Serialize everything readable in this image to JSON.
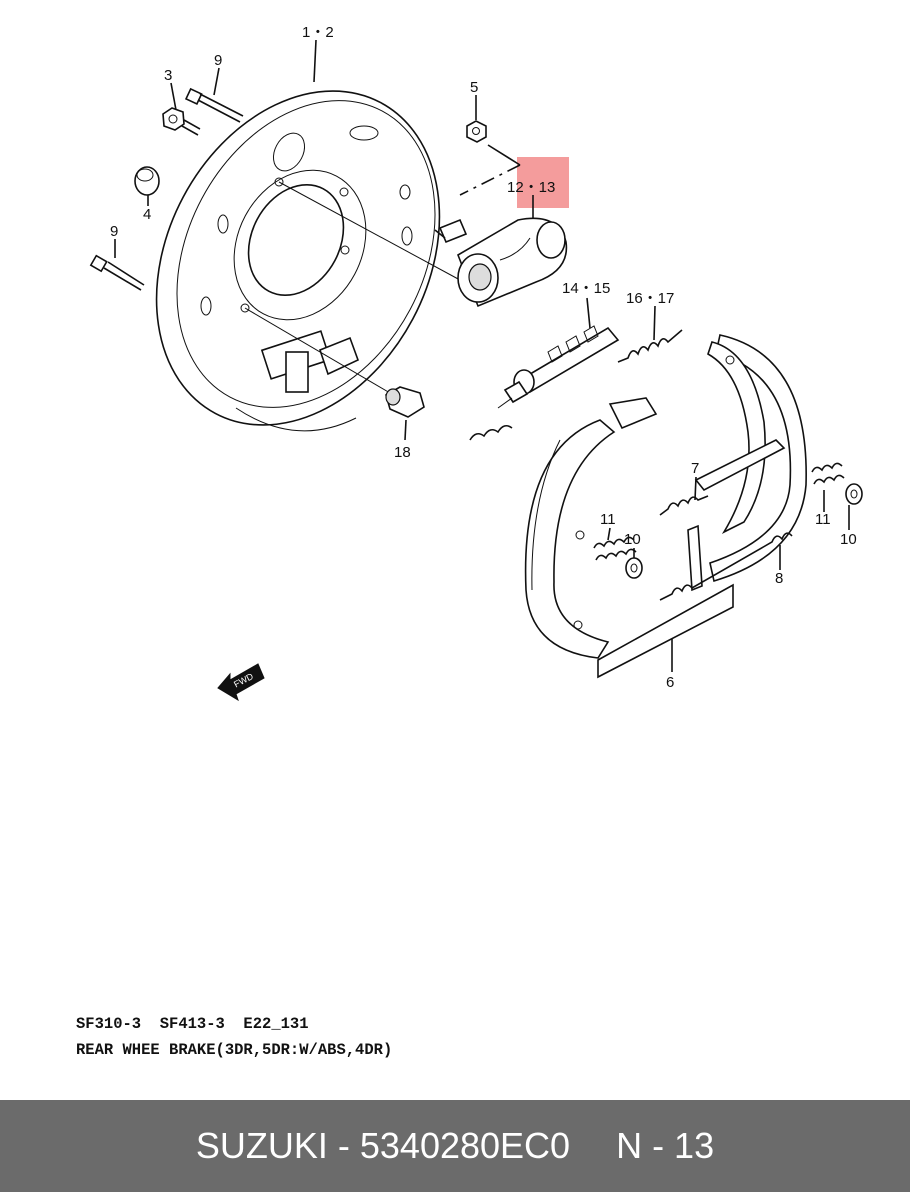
{
  "callouts": {
    "c1_2": "1・2",
    "c3": "3",
    "c9a": "9",
    "c4": "4",
    "c9b": "9",
    "c5": "5",
    "c12_13": "12・13",
    "c14_15": "14・15",
    "c16_17": "16・17",
    "c18": "18",
    "c7": "7",
    "c11a": "11",
    "c10a": "10",
    "c11b": "11",
    "c10b": "10",
    "c8": "8",
    "c6": "6"
  },
  "fwd_label": "FWD",
  "caption": {
    "code": "SF310-3  SF413-3  E22_131",
    "description": "REAR WHEE BRAKE(3DR,5DR:W/ABS,4DR)"
  },
  "footer": {
    "part_text": "SUZUKI - 5340280EC0",
    "page_text": "N - 13"
  },
  "colors": {
    "highlight": "#f28b8b",
    "footer_bg": "#6b6b6b",
    "footer_text": "#ffffff"
  }
}
